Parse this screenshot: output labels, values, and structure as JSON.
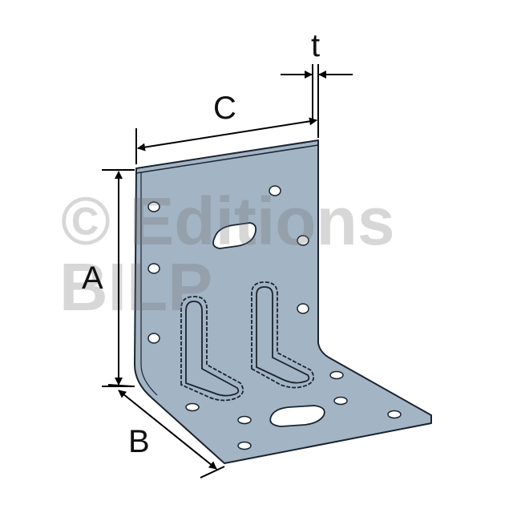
{
  "diagram": {
    "labels": {
      "a": "A",
      "b": "B",
      "c": "C",
      "t": "t"
    },
    "watermark": {
      "line1": "© Editions",
      "line2": "BILP"
    },
    "colors": {
      "plate": "#a3b4c4",
      "edge": "#1a2430",
      "hole": "#ffffff",
      "dimension": "#000000"
    }
  }
}
